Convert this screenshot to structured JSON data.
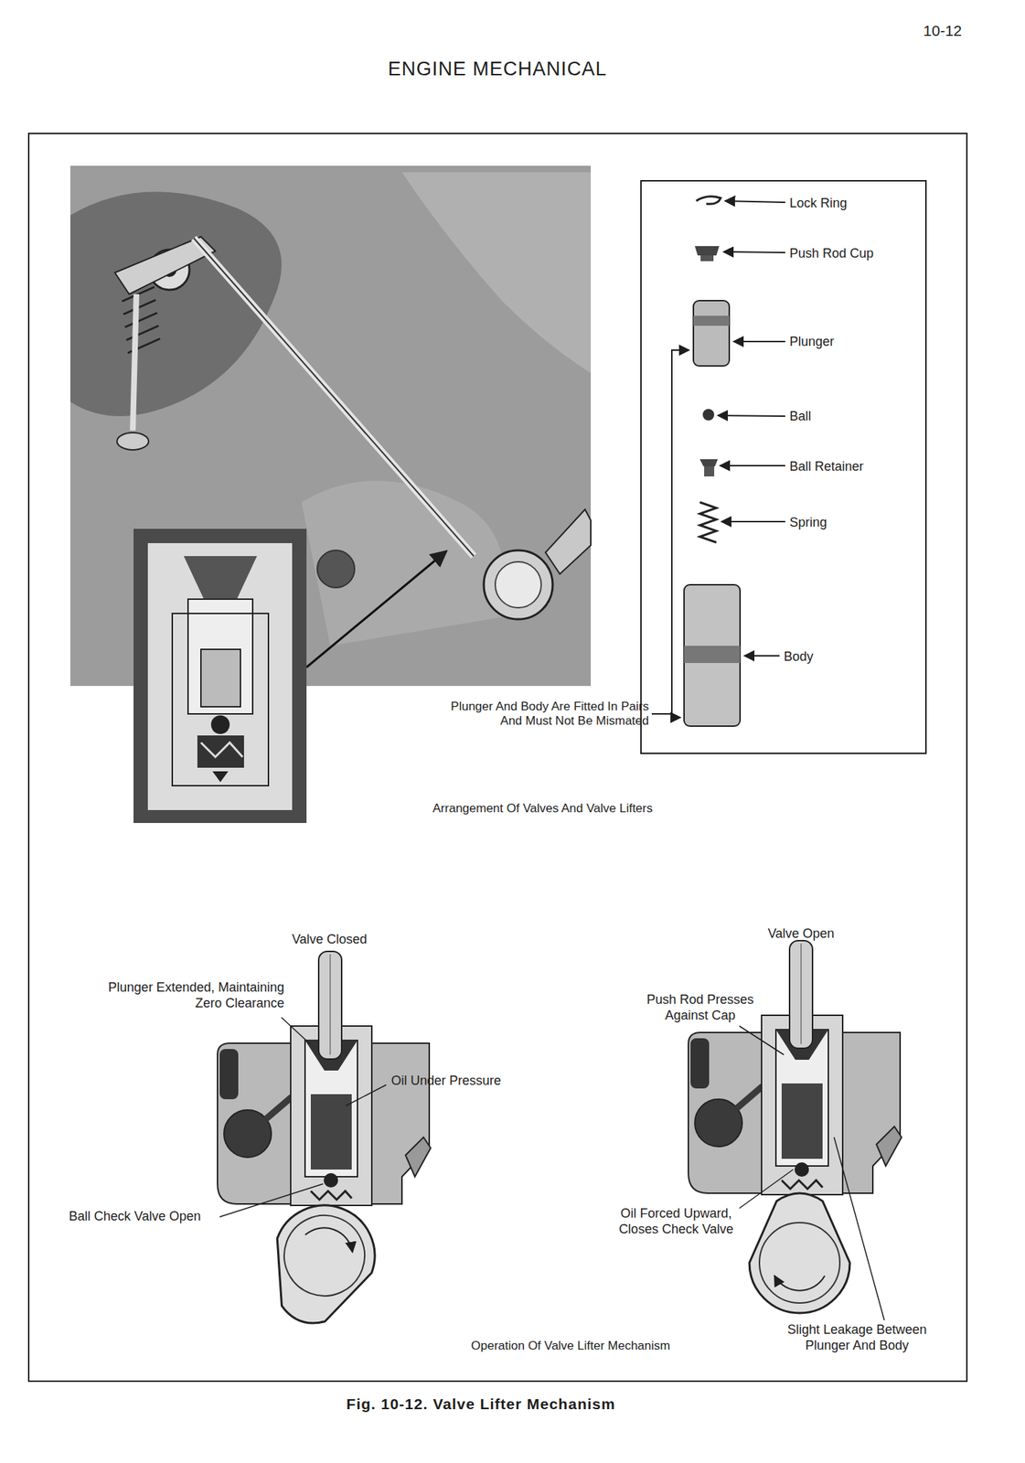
{
  "diagram": {
    "title": "ENGINE MECHANICAL",
    "caption": "Fig. 10-12. Valve Lifter Mechanism",
    "nodes": [
      {
        "text": [
          "Lock Ring",
          "Push Rod Cup",
          "Plunger",
          "Ball",
          "Ball Retainer",
          "Spring",
          "Body"
        ]
      }
    ],
    "labels": [
      "10-12",
      "Plunger And Body Are Fitted In Pairs And Must Not Be Mismated",
      "Arrangement Of Valves And Valve Lifters",
      "Valve Closed",
      "Plunger Extended, Maintaining Zero Clearance",
      "Oil Under Pressure",
      "Ball Check Valve Open",
      "Valve Open",
      "Push Rod Presses Against Cap",
      "Oil Forced Upward, Closes Check Valve",
      "Slight Leakage Between Plunger And Body",
      "Operation Of Valve Lifter Mechanism"
    ]
  }
}
